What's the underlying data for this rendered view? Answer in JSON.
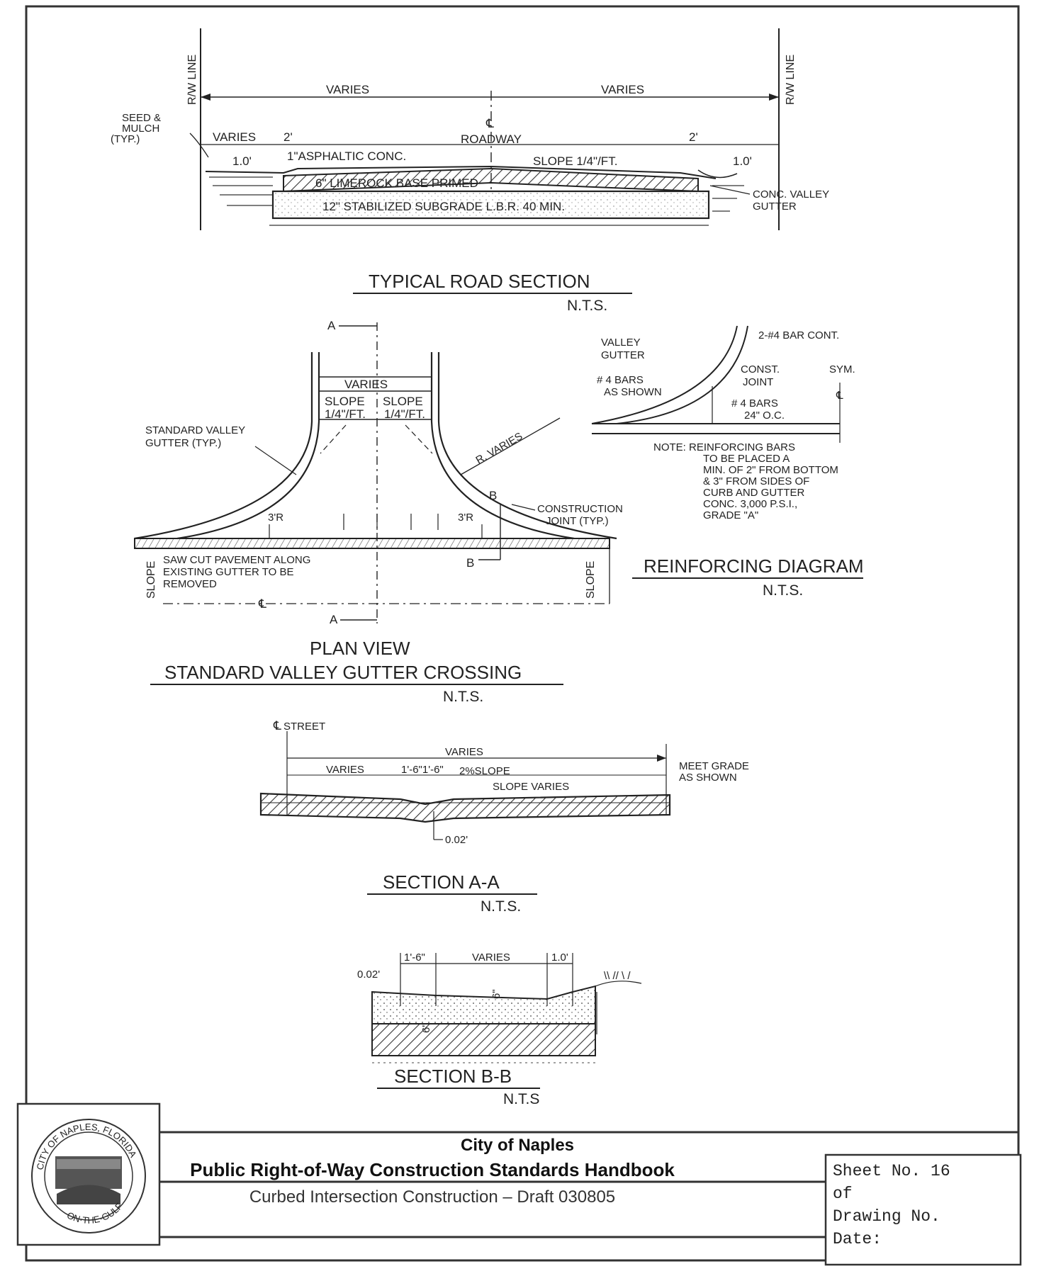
{
  "drawings": {
    "typical_road_section": {
      "rw_left": "R/W LINE",
      "rw_right": "R/W LINE",
      "varies_left": "VARIES",
      "varies_right": "VARIES",
      "seed_mulch": [
        "SEED &",
        "MULCH",
        "(TYP.)"
      ],
      "varies_small": "VARIES",
      "two_ft_left": "2'",
      "two_ft_right": "2'",
      "one_ft_left": "1.0'",
      "one_ft_right": "1.0'",
      "cl_roadway": "ROADWAY",
      "asphalt": "1\"ASPHALTIC CONC.",
      "slope": "SLOPE  1/4\"/FT.",
      "limerock": "6\" LIMEROCK BASE  PRIMED",
      "subgrade": "12\" STABILIZED SUBGRADE  L.B.R. 40 MIN.",
      "valley_gutter": [
        "CONC. VALLEY",
        "GUTTER"
      ],
      "title": "TYPICAL  ROAD  SECTION",
      "scale": "N.T.S."
    },
    "plan_view": {
      "a_top": "A",
      "a_bottom": "A",
      "varies": "VARIES",
      "slope_l": "SLOPE",
      "slope_r": "SLOPE",
      "slope_l_val": "1/4\"/FT.",
      "slope_r_val": "1/4\"/FT.",
      "std_gutter": [
        "STANDARD  VALLEY",
        "GUTTER (TYP.)"
      ],
      "r_varies": "R. VARIES",
      "three_r_l": "3'R",
      "three_r_r": "3'R",
      "b_top": "B",
      "b_bottom": "B",
      "construction_joint": [
        "CONSTRUCTION",
        "JOINT (TYP.)"
      ],
      "saw_cut": [
        "SAW CUT PAVEMENT ALONG",
        "EXISTING GUTTER TO BE",
        "REMOVED"
      ],
      "slope_left": "SLOPE",
      "slope_right": "SLOPE",
      "title1": "PLAN  VIEW",
      "title2": "STANDARD  VALLEY  GUTTER  CROSSING",
      "scale": "N.T.S."
    },
    "reinforcing": {
      "bar_cont": "2-#4 BAR CONT.",
      "valley_gutter": [
        "VALLEY",
        "GUTTER"
      ],
      "bars_shown": [
        "# 4 BARS",
        "AS SHOWN"
      ],
      "const_joint": [
        "CONST.",
        "JOINT"
      ],
      "sym": "SYM.",
      "bars_oc": [
        "# 4 BARS",
        "24\" O.C."
      ],
      "note": [
        "NOTE: REINFORCING BARS",
        "TO BE PLACED A",
        "MIN. OF 2\" FROM BOTTOM",
        "& 3\" FROM SIDES OF",
        "CURB AND GUTTER",
        "CONC. 3,000 P.S.I.,",
        "GRADE \"A\""
      ],
      "title": "REINFORCING  DIAGRAM",
      "scale": "N.T.S."
    },
    "section_aa": {
      "street": "STREET",
      "varies_top": "VARIES",
      "varies_left": "VARIES",
      "dims": "1'-6\"1'-6\"",
      "two_slope": "2%SLOPE",
      "slope_varies": "SLOPE  VARIES",
      "meet_grade": [
        "MEET GRADE",
        "AS SHOWN"
      ],
      "dim_002": "0.02'",
      "title": "SECTION  A-A",
      "scale": "N.T.S."
    },
    "section_bb": {
      "d_16": "1'-6\"",
      "varies": "VARIES",
      "d_10": "1.0'",
      "d_002": "0.02'",
      "six_in": "6\"",
      "six_in_b": "6\"",
      "title": "SECTION  B-B",
      "scale": "N.T.S"
    }
  },
  "title_block": {
    "seal_top": "CITY OF NAPLES, FLORIDA",
    "seal_bottom": "ON·THE·GULF",
    "city": "City of Naples",
    "handbook": "Public Right-of-Way Construction Standards Handbook",
    "subtitle": "Curbed Intersection Construction – Draft 030805",
    "sheet_no": "Sheet No. 16",
    "of": "of",
    "drawing_no": "Drawing No.",
    "date": "Date:"
  },
  "colors": {
    "ink": "#222222",
    "paper": "#ffffff"
  }
}
